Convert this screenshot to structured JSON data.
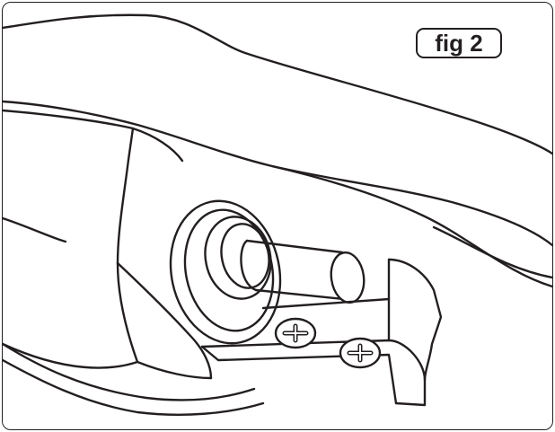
{
  "figure": {
    "label": "fig 2"
  },
  "colors": {
    "line": "#231f20",
    "background": "#ffffff"
  },
  "parts": [
    "bumper-body",
    "hinge-pin",
    "pin-bushing",
    "mounting-bracket",
    "mounting-screw",
    "mounting-screw"
  ]
}
